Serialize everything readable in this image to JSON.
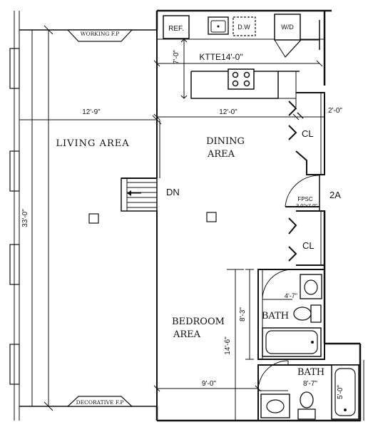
{
  "plan": {
    "rooms": {
      "living_area": "LIVING AREA",
      "dining_area_line1": "DINING",
      "dining_area_line2": "AREA",
      "bedroom_area_line1": "BEDROOM",
      "bedroom_area_line2": "AREA",
      "bath_upper": "BATH",
      "bath_lower": "BATH",
      "closet_upper": "CL",
      "closet_lower": "CL",
      "unit_label": "2A"
    },
    "fixtures": {
      "working_fireplace": "WORKING F.P",
      "decorative_fireplace": "DECORATIVE F.P",
      "refrigerator": "REF.",
      "dishwasher": "D.W",
      "washer_dryer": "W/D",
      "stair_label": "DN",
      "fpsc_line1": "FPSC",
      "fpsc_line2": "3.0\"x7.0\""
    },
    "dimensions": {
      "kitchen": "KTTE14'-0\"",
      "kitchen_depth": "7'-0\"",
      "living_width": "12'-9\"",
      "dining_width": "12'-0\"",
      "closet_width": "2'-0\"",
      "living_length": "33'-0\"",
      "bedroom_length": "14'-6\"",
      "bath_upper_height": "8'-3\"",
      "bath_upper_width": "4'-7\"",
      "bedroom_width": "9'-0\"",
      "bath_lower_width": "8'-7\"",
      "bath_lower_height": "5'-0\""
    }
  }
}
